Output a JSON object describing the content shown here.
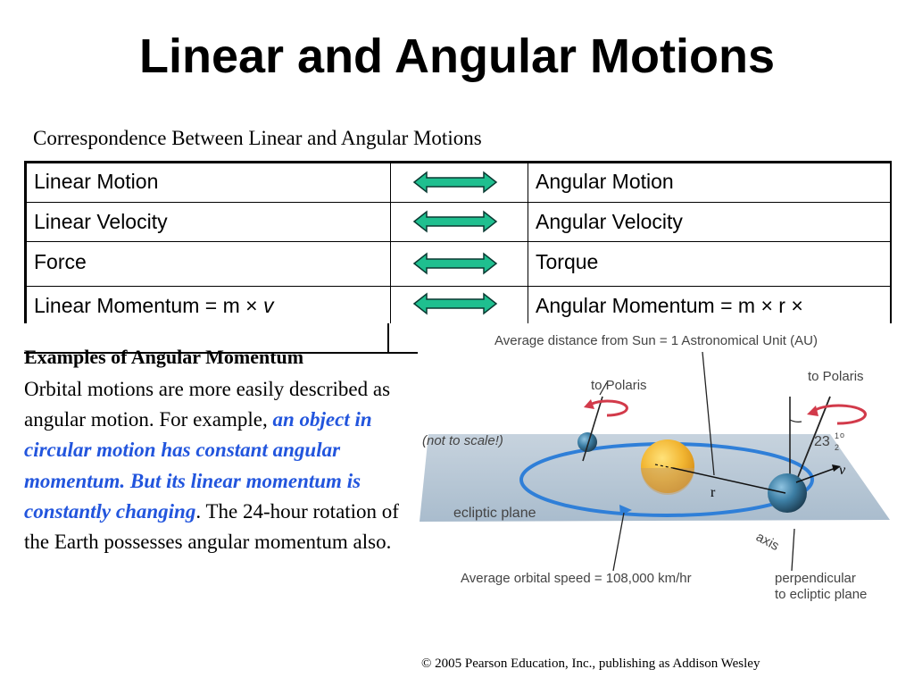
{
  "title": "Linear and Angular Motions",
  "table": {
    "caption": "Correspondence Between Linear and Angular Motions",
    "rows": [
      {
        "left": "Linear Motion",
        "right": "Angular Motion"
      },
      {
        "left": "Linear Velocity",
        "right": "Angular Velocity"
      },
      {
        "left": "Force",
        "right": "Torque"
      },
      {
        "left_prefix": "Linear Momentum = m × ",
        "left_var": "v",
        "right": "Angular Momentum = m × r ×"
      }
    ]
  },
  "examples": {
    "heading": "Examples of Angular Momentum",
    "text_1": "Orbital motions are more easily described as angular motion. For example, ",
    "highlight": "an object in circular motion has constant angular momentum. But its linear momentum is constantly changing",
    "text_2": ". The 24-hour rotation of the Earth possesses angular momentum also."
  },
  "diagram": {
    "distance_label": "Average distance from Sun = 1 Astronomical Unit (AU)",
    "polaris_left": "to Polaris",
    "polaris_right": "to Polaris",
    "not_to_scale": "(not to scale!)",
    "tilt_value": "23",
    "tilt_fraction_num": "1",
    "tilt_fraction_den": "2",
    "tilt_degree": "o",
    "v_label": "v",
    "r_label": "r",
    "ecliptic_label": "ecliptic plane",
    "axis_label": "axis",
    "speed_label": "Average orbital speed = 108,000 km/hr",
    "perp_label_1": "perpendicular",
    "perp_label_2": "to ecliptic plane"
  },
  "copyright": "© 2005 Pearson Education, Inc., publishing as Addison Wesley",
  "colors": {
    "arrow_fill": "#1fbf8f",
    "highlight": "#2255dd",
    "orbit": "#2f7fd8",
    "plane": "#b9c8d6",
    "sun": "#f2b632",
    "spin_arrow": "#d23a4a"
  }
}
